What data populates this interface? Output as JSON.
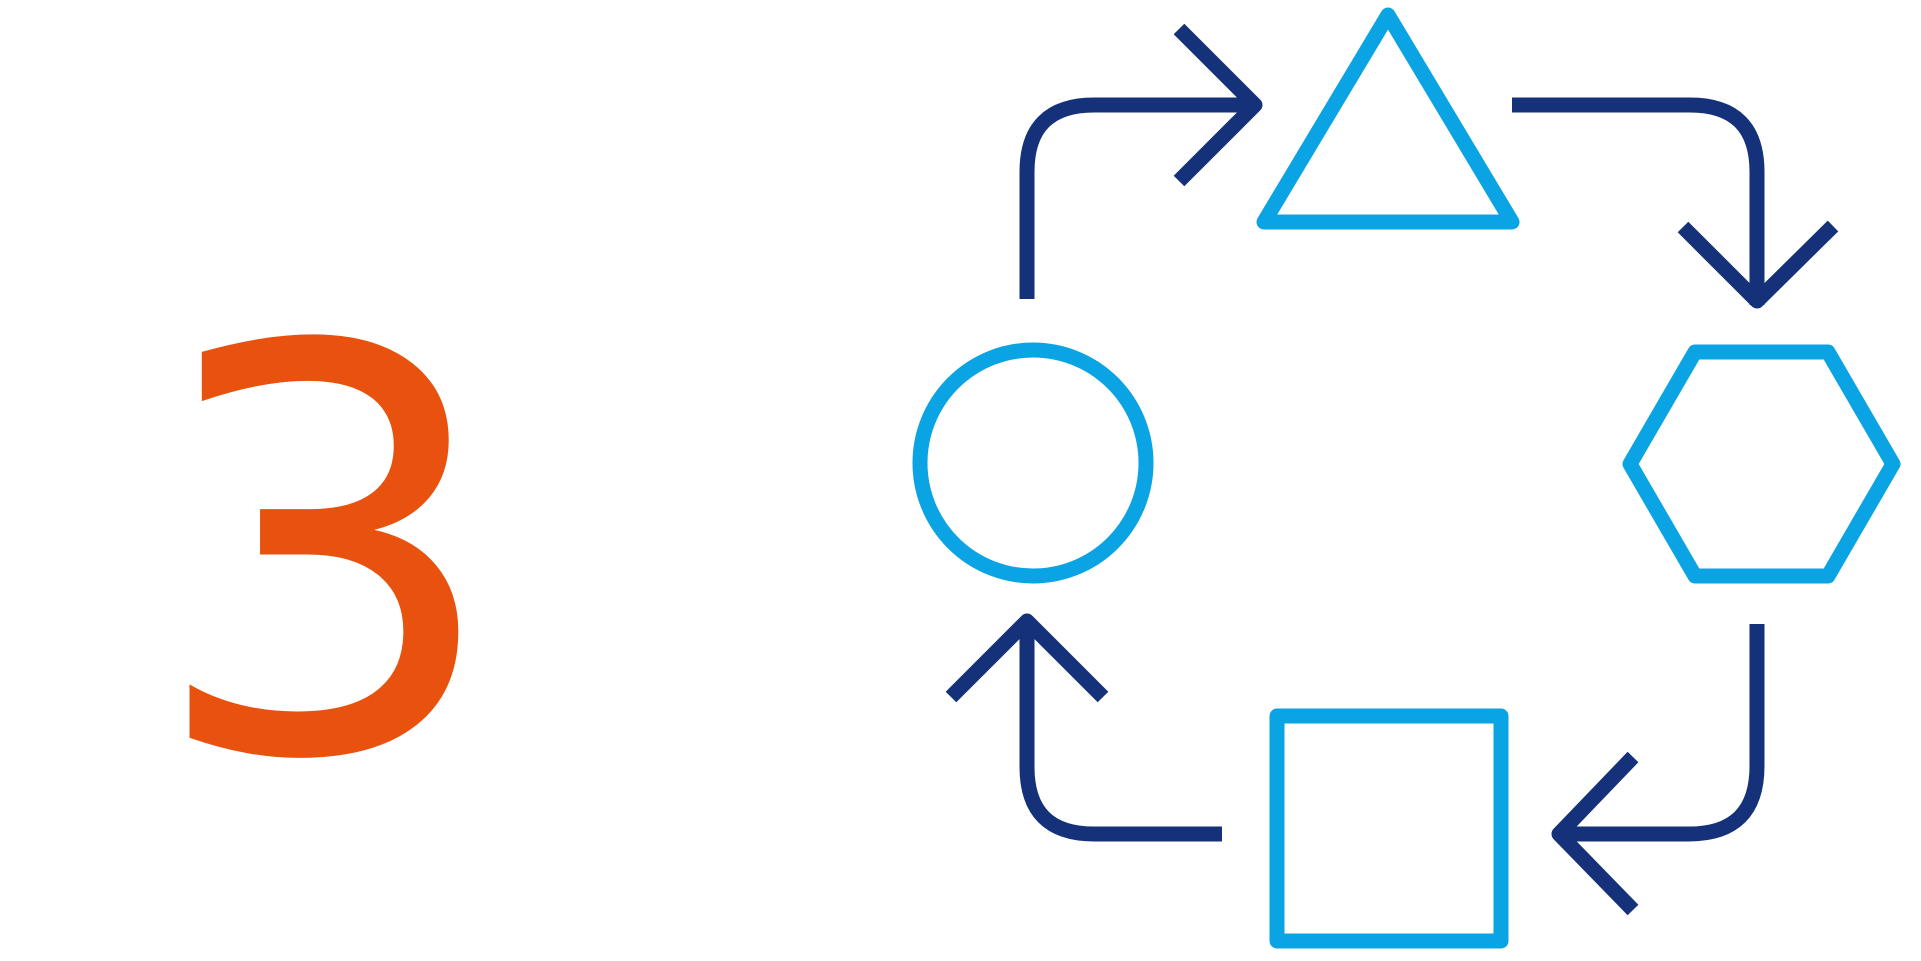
{
  "step": {
    "number": "3"
  },
  "colors": {
    "number": "#E8520E",
    "shape_stroke": "#0AA3E3",
    "arrow_stroke": "#15317A",
    "background": "#FFFFFF"
  },
  "cycle": {
    "shapes": [
      {
        "name": "circle",
        "icon": "circle-icon"
      },
      {
        "name": "triangle",
        "icon": "triangle-icon"
      },
      {
        "name": "hexagon",
        "icon": "hexagon-icon"
      },
      {
        "name": "square",
        "icon": "square-icon"
      }
    ],
    "arrows": [
      {
        "from": "circle",
        "to": "triangle",
        "icon": "arrow-right-icon"
      },
      {
        "from": "triangle",
        "to": "hexagon",
        "icon": "arrow-down-icon"
      },
      {
        "from": "hexagon",
        "to": "square",
        "icon": "arrow-left-icon"
      },
      {
        "from": "square",
        "to": "circle",
        "icon": "arrow-up-icon"
      }
    ],
    "direction": "clockwise"
  }
}
